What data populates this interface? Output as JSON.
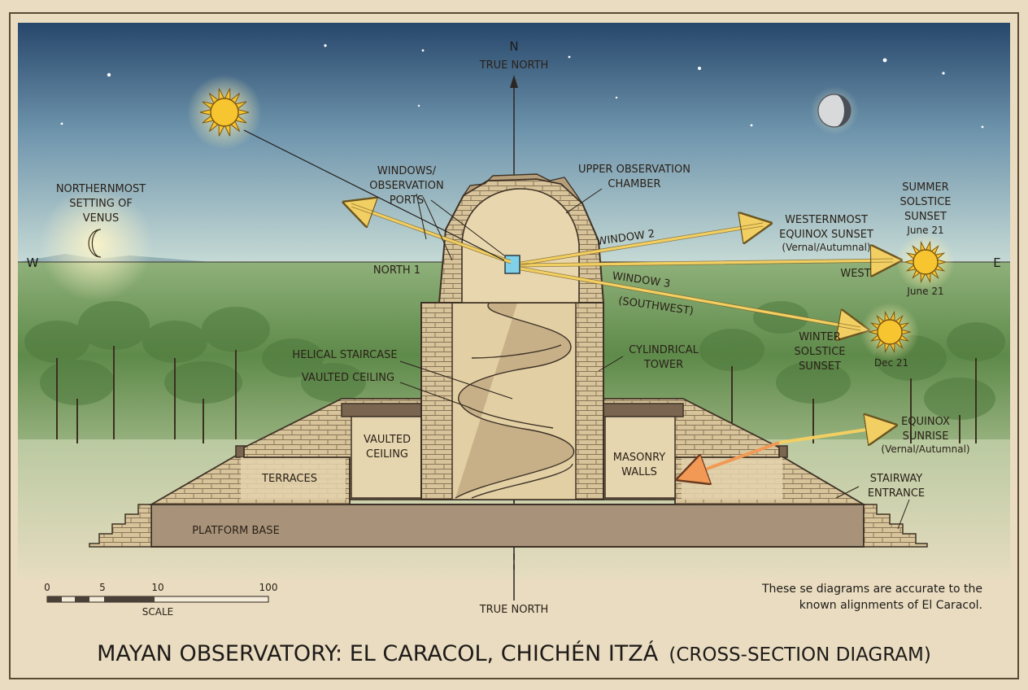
{
  "title": {
    "main": "MAYAN OBSERVATORY: EL CARACOL, CHICHÉN ITZÁ",
    "sub": "(CROSS-SECTION DIAGRAM)"
  },
  "compass": {
    "north_letter": "N",
    "true_north_top": "TRUE NORTH",
    "true_north_bottom": "TRUE NORTH",
    "west_letter": "W",
    "east_letter": "E"
  },
  "labels": {
    "venus": [
      "NORTHERNMOST",
      "SETTING OF",
      "VENUS"
    ],
    "windows": [
      "WINDOWS/",
      "OBSERVATION",
      "PORTS"
    ],
    "upper_chamber": [
      "UPPER OBSERVATION",
      "CHAMBER"
    ],
    "north1": "NORTH 1",
    "window2": "WINDOW 2",
    "window3": [
      "WINDOW 3",
      "(SOUTHWEST)"
    ],
    "westernmost": [
      "WESTERNMOST",
      "EQUINOX SUNSET",
      "(Vernal/Autumnal)"
    ],
    "summer": [
      "SUMMER",
      "SOLSTICE",
      "SUNSET",
      "June 21"
    ],
    "summer_sun_date": "June 21",
    "west": "WEST",
    "winter": [
      "WINTER",
      "SOLSTICE",
      "SUNSET"
    ],
    "winter_sun_date": "Dec 21",
    "helical": "HELICAL STAIRCASE",
    "vaulted_upper": "VAULTED CEILING",
    "vaulted_lower": [
      "VAULTED",
      "CEILING"
    ],
    "cylindrical": [
      "CYLINDRICAL",
      "TOWER"
    ],
    "terraces": "TERRACES",
    "masonry": [
      "MASONRY",
      "WALLS"
    ],
    "equinox_sunrise": [
      "EQUINOX",
      "SUNRISE",
      "(Vernal/Autumnal)"
    ],
    "stairway": [
      "STAIRWAY",
      "ENTRANCE"
    ],
    "platform": "PLATFORM BASE"
  },
  "scale": {
    "ticks": [
      "0",
      "5",
      "10",
      "100"
    ],
    "label": "SCALE"
  },
  "note": [
    "These se diagrams are accurate to the",
    "known alignments of El Caracol."
  ],
  "colors": {
    "parchment": "#e9dcc0",
    "sky_top": "#27476b",
    "sky_bottom": "#c8dcd6",
    "forest": "#5e8a4a",
    "stone": "#d8c49a",
    "stone_dark": "#8a7658",
    "arrow": "#f2cf63",
    "sun": "#f6c530",
    "sunrise_arrow": "#f29a55"
  }
}
